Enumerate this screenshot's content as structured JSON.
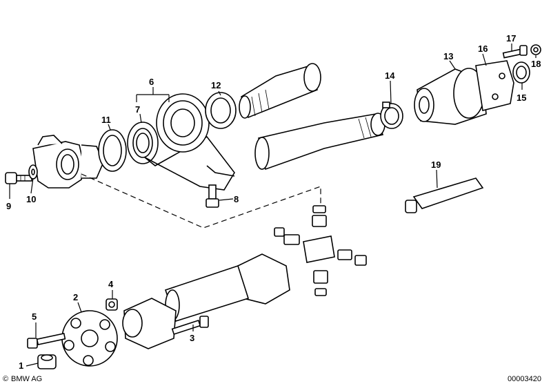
{
  "labels": [
    "1",
    "2",
    "3",
    "4",
    "5",
    "6",
    "7",
    "8",
    "9",
    "10",
    "11",
    "12",
    "13",
    "14",
    "15",
    "16",
    "17",
    "18",
    "19"
  ],
  "footer": {
    "brand": "BMW AG",
    "doc_number": "00003420"
  }
}
